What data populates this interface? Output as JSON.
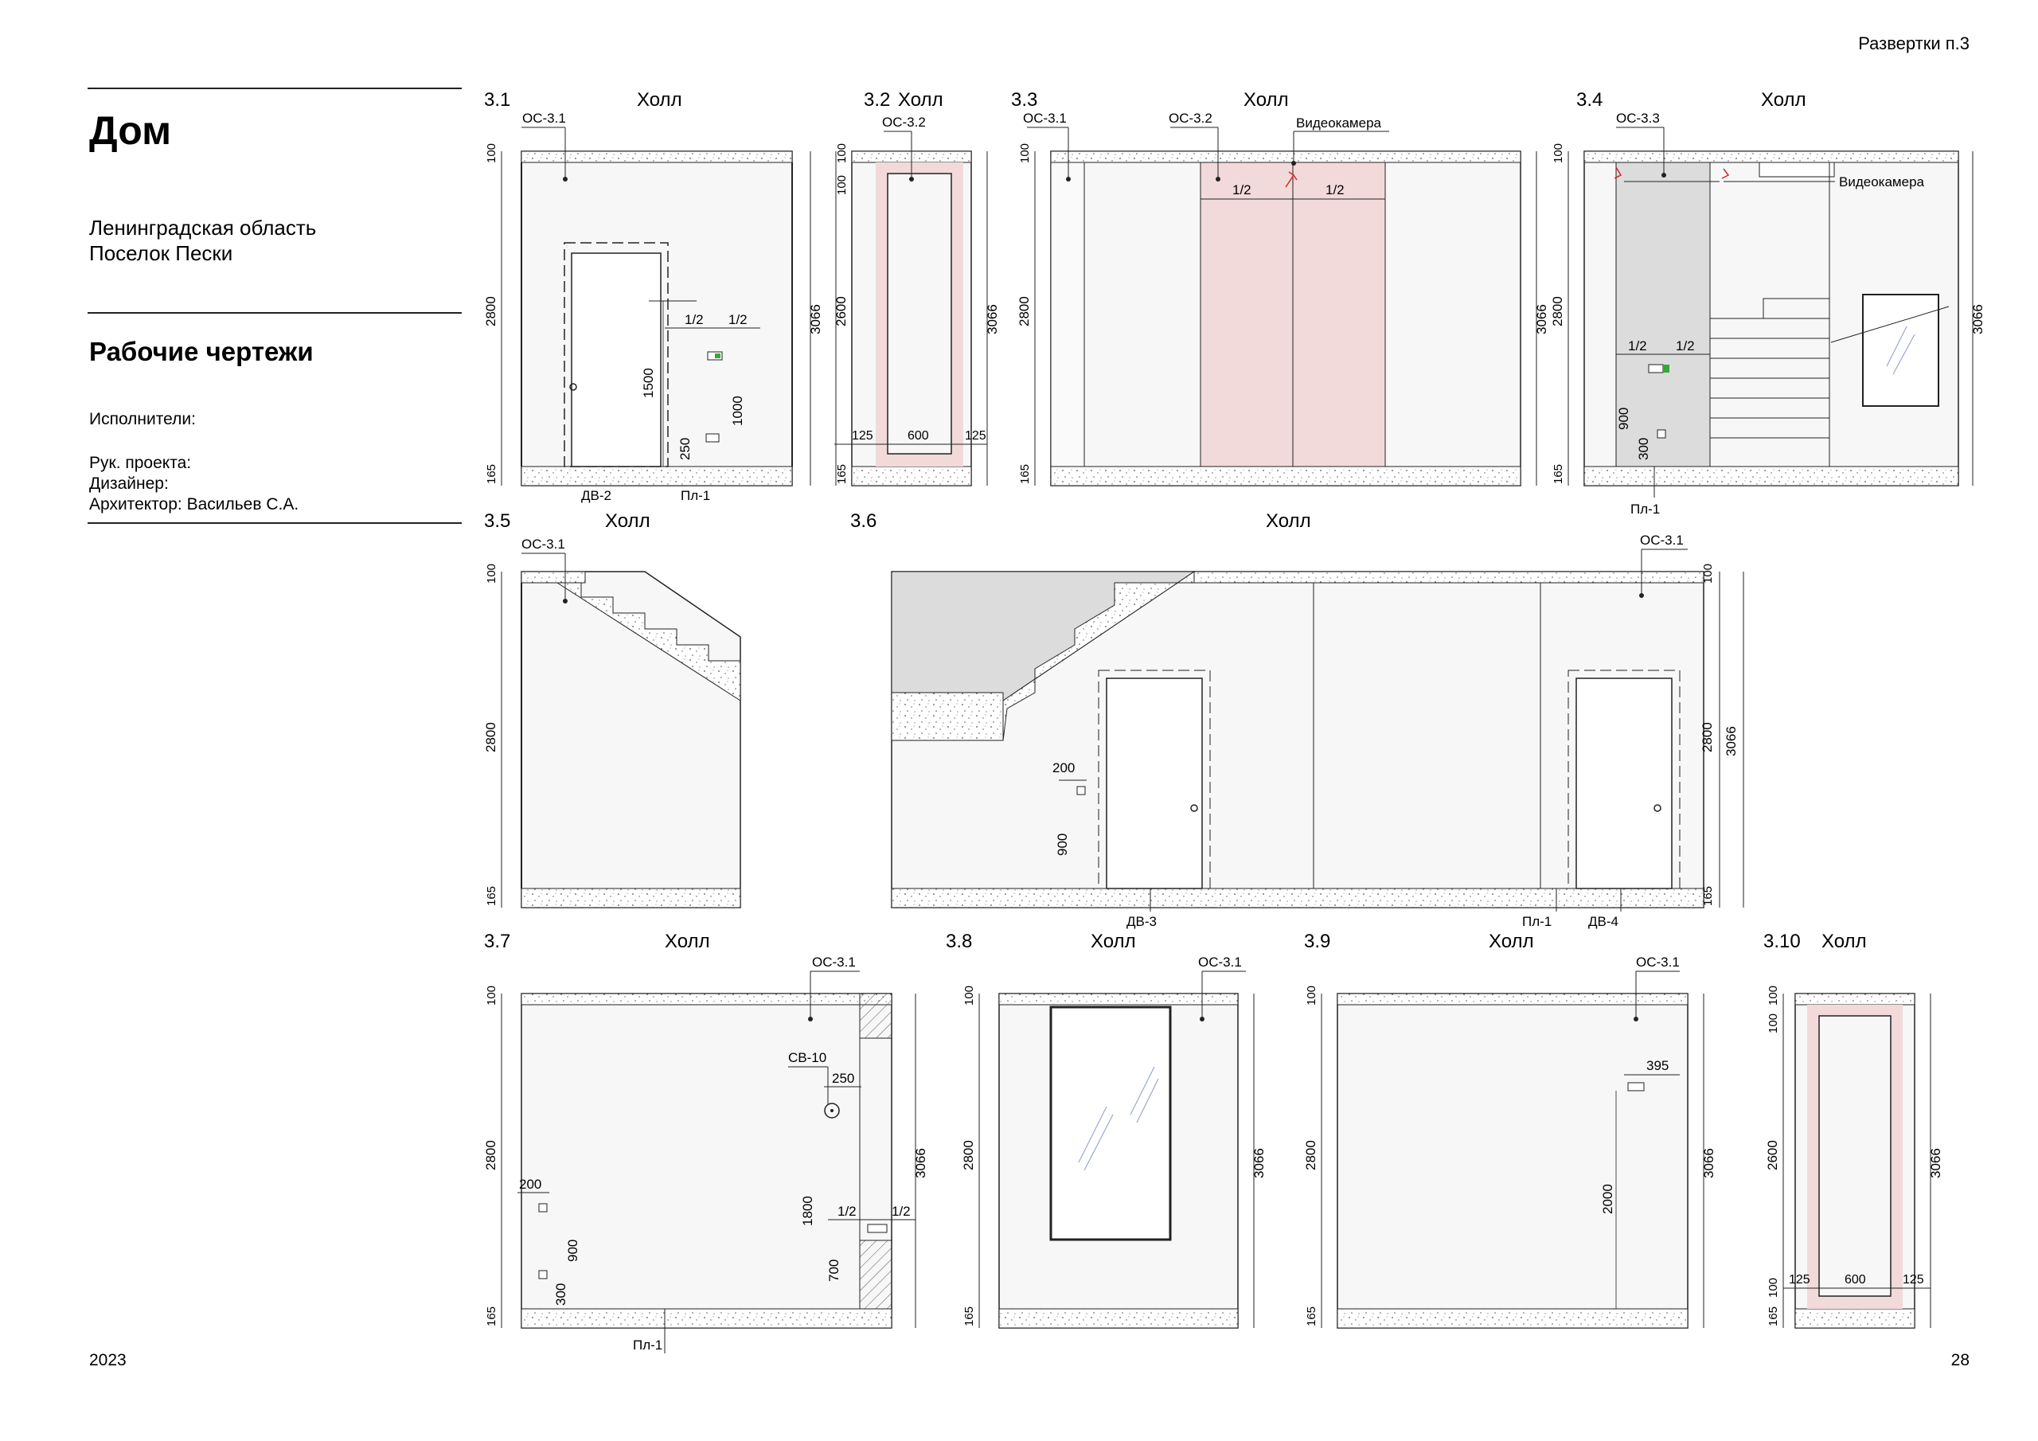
{
  "header": {
    "sheet_label": "Развертки п.3",
    "page_number": "28",
    "year": "2023"
  },
  "project": {
    "title": "Дом",
    "location_line1": "Ленинградская область",
    "location_line2": "Поселок Пески",
    "subtitle": "Рабочие чертежи",
    "executors_label": "Исполнители:",
    "project_lead": "Рук. проекта:",
    "designer": "Дизайнер:",
    "architect": "Архитектор: Васильев С.А."
  },
  "views": [
    {
      "num": "3.1",
      "room": "Холл"
    },
    {
      "num": "3.2",
      "room": "Холл"
    },
    {
      "num": "3.3",
      "room": "Холл"
    },
    {
      "num": "3.4",
      "room": "Холл"
    },
    {
      "num": "3.5",
      "room": "Холл"
    },
    {
      "num": "3.6",
      "room": "Холл"
    },
    {
      "num": "3.7",
      "room": "Холл"
    },
    {
      "num": "3.8",
      "room": "Холл"
    },
    {
      "num": "3.9",
      "room": "Холл"
    },
    {
      "num": "3.10",
      "room": "Холл"
    }
  ],
  "tags": {
    "os31": "ОС-3.1",
    "os32": "ОС-3.2",
    "os33": "ОС-3.3",
    "camera": "Видеокамера",
    "dv2": "ДВ-2",
    "dv3": "ДВ-3",
    "dv4": "ДВ-4",
    "pl1": "Пл-1",
    "sv10": "СВ-10"
  },
  "dims": {
    "d100": "100",
    "d165": "165",
    "d2800": "2800",
    "d3066": "3066",
    "d2600": "2600",
    "d1500": "1500",
    "d1000": "1000",
    "d250": "250",
    "d125": "125",
    "d600": "600",
    "half": "1/2",
    "d900": "900",
    "d300": "300",
    "d200": "200",
    "d1800": "1800",
    "d700": "700",
    "d395": "395",
    "d2000": "2000"
  },
  "colors": {
    "wall": "#f7f7f7",
    "accent_pink": "#f2dada",
    "pink_edge": "#e2a9a9",
    "grey_panel": "#dcdcdc",
    "line": "#222222"
  }
}
